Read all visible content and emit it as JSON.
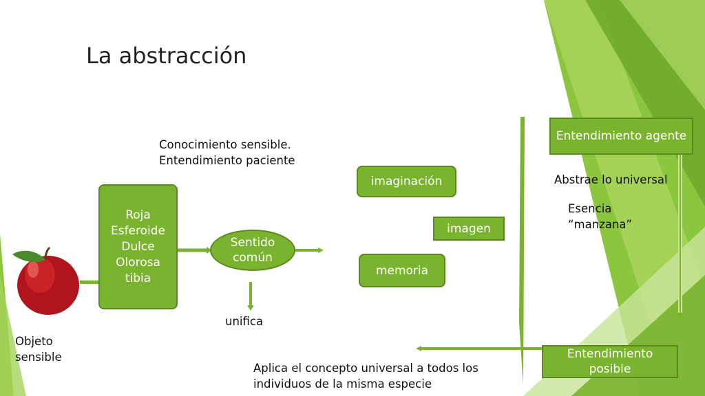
{
  "title": "La abstracción",
  "text": {
    "conocimiento_1": "Conocimiento sensible.",
    "conocimiento_2": "Entendimiento paciente",
    "unifica": "unifica",
    "objeto_1": "Objeto",
    "objeto_2": "sensible",
    "aplica_1": "Aplica el concepto universal a todos los",
    "aplica_2": "individuos de la misma especie",
    "abstrae": "Abstrae lo universal",
    "esencia_1": "Esencia",
    "esencia_2": "“manzana”"
  },
  "boxes": {
    "cualidades": [
      "Roja",
      "Esferoide",
      "Dulce",
      "Olorosa",
      "tibia"
    ],
    "sentido_1": "Sentido",
    "sentido_2": "común",
    "imaginacion": "imaginación",
    "imagen": "imagen",
    "memoria": "memoria",
    "agente": "Entendimiento agente",
    "posible_1": "Entendimiento",
    "posible_2": "posible"
  },
  "colors": {
    "accent": "#7ab32e",
    "accent_dark": "#5a8a1e",
    "apple": "#b0141c"
  }
}
